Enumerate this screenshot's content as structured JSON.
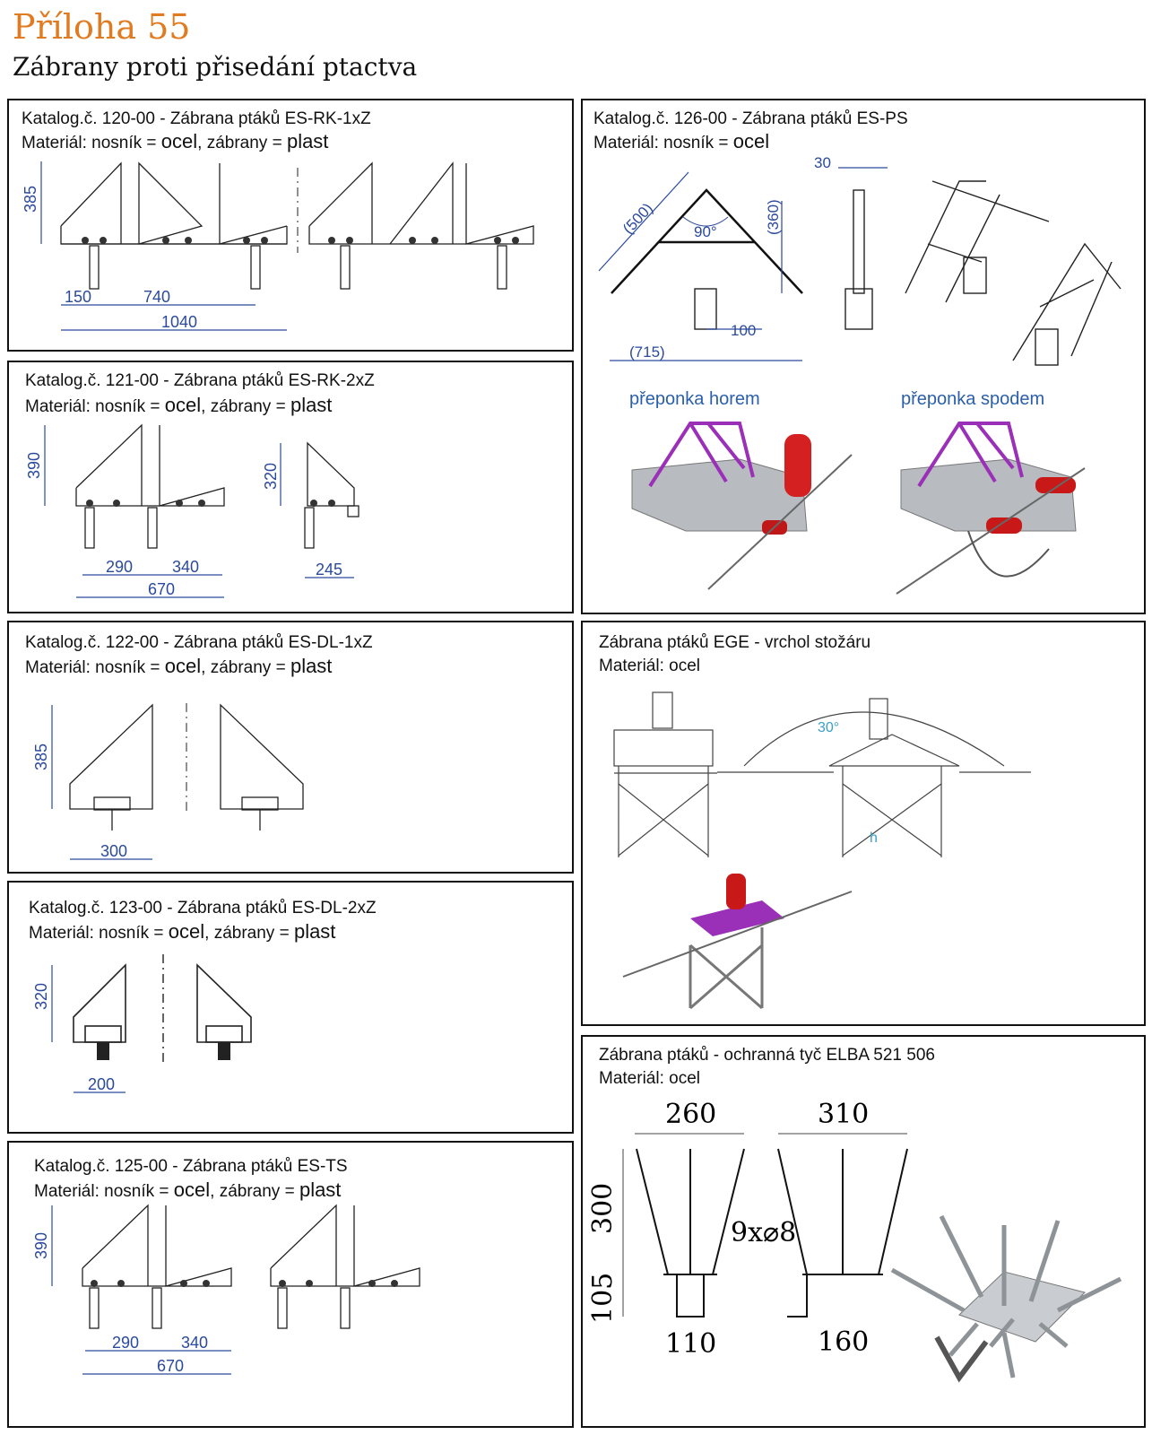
{
  "header": {
    "title": "Příloha 55",
    "subtitle": "Zábrany proti přisedání ptactva"
  },
  "panels": {
    "p120": {
      "title": "Katalog.č. 120-00 - Zábrana ptáků ES-RK-1xZ",
      "mat_prefix": "Materiál: nosník = ",
      "mat_steel": "ocel",
      "mat_mid": ", zábrany = ",
      "mat_plastic": "plast",
      "dims": {
        "h": "385",
        "a": "150",
        "b": "740",
        "w": "1040"
      }
    },
    "p121": {
      "title": "Katalog.č. 121-00 - Zábrana ptáků ES-RK-2xZ",
      "mat_prefix": "Materiál: nosník = ",
      "mat_steel": "ocel",
      "mat_mid": ", zábrany = ",
      "mat_plastic": "plast",
      "dims": {
        "h": "390",
        "h2": "320",
        "a": "290",
        "b": "340",
        "w": "670",
        "c": "245"
      }
    },
    "p122": {
      "title": "Katalog.č. 122-00 - Zábrana ptáků ES-DL-1xZ",
      "mat_prefix": "Materiál: nosník = ",
      "mat_steel": "ocel",
      "mat_mid": ", zábrany = ",
      "mat_plastic": "plast",
      "dims": {
        "h": "385",
        "w": "300"
      }
    },
    "p123": {
      "title": "Katalog.č. 123-00 - Zábrana ptáků ES-DL-2xZ",
      "mat_prefix": "Materiál: nosník = ",
      "mat_steel": "ocel",
      "mat_mid": ", zábrany = ",
      "mat_plastic": "plast",
      "dims": {
        "h": "320",
        "w": "200"
      }
    },
    "p125": {
      "title": "Katalog.č. 125-00 - Zábrana ptáků ES-TS",
      "mat_prefix": "Materiál: nosník = ",
      "mat_steel": "ocel",
      "mat_mid": ", zábrany = ",
      "mat_plastic": "plast",
      "dims": {
        "h": "390",
        "a": "290",
        "b": "340",
        "w": "670"
      }
    },
    "p126": {
      "title": "Katalog.č. 126-00 - Zábrana ptáků ES-PS",
      "mat_prefix": "Materiál: nosník = ",
      "mat_steel": "ocel",
      "dims": {
        "l": "(500)",
        "ang": "90°",
        "h": "(360)",
        "w": "(715)",
        "c": "100",
        "t": "30"
      },
      "label_top": "přeponka horem",
      "label_bottom": "přeponka spodem"
    },
    "ege": {
      "title": "Zábrana ptáků EGE - vrchol stožáru",
      "material": "Materiál: ocel",
      "dims": {
        "ang": "30°",
        "h": "h"
      }
    },
    "elba": {
      "title": "Zábrana ptáků - ochranná tyč ELBA 521 506",
      "material": "Materiál: ocel",
      "dims": {
        "w1": "260",
        "w2": "310",
        "h1": "300",
        "h2": "105",
        "rods": "9x⌀8",
        "b1": "110",
        "b2": "160"
      }
    }
  }
}
